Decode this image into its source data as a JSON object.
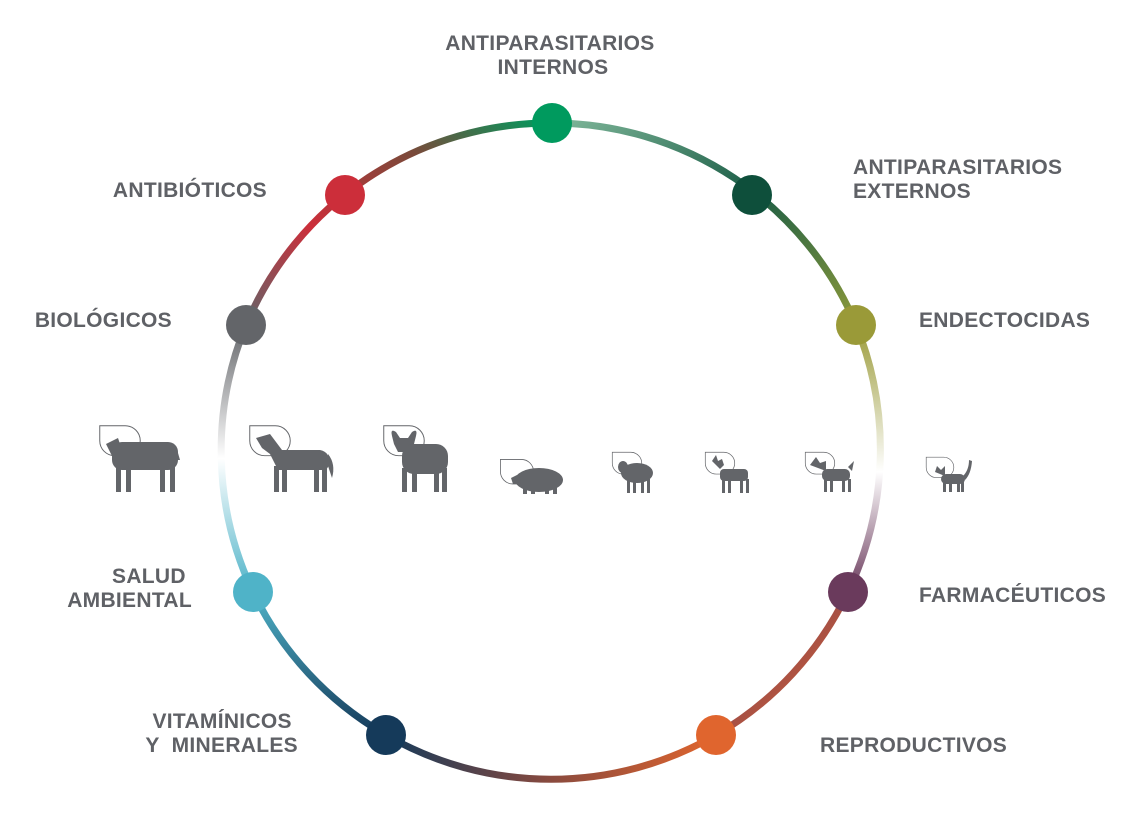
{
  "categories": [
    {
      "id": "antiparasitarios-internos",
      "lines": [
        "ANTIPARASITARIOS",
        "INTERNOS"
      ],
      "color": "#009a5e"
    },
    {
      "id": "antiparasitarios-externos",
      "lines": [
        "ANTIPARASITARIOS",
        "EXTERNOS"
      ],
      "color": "#0e4f3b"
    },
    {
      "id": "endectocidas",
      "lines": [
        "ENDECTOCIDAS"
      ],
      "color": "#9a9a38"
    },
    {
      "id": "farmaceuticos",
      "lines": [
        "FARMACÉUTICOS"
      ],
      "color": "#6a3a5c"
    },
    {
      "id": "reproductivos",
      "lines": [
        "REPRODUCTIVOS"
      ],
      "color": "#e0652e"
    },
    {
      "id": "vitaminicos-y-minerales",
      "lines": [
        "VITAMÍNICOS",
        "Y  MINERALES"
      ],
      "color": "#153a5a"
    },
    {
      "id": "salud-ambiental",
      "lines": [
        "SALUD",
        "AMBIENTAL"
      ],
      "color": "#4fb3c8"
    },
    {
      "id": "biologicos",
      "lines": [
        "BIOLÓGICOS"
      ],
      "color": "#636569"
    },
    {
      "id": "antibioticos",
      "lines": [
        "ANTIBIÓTICOS"
      ],
      "color": "#cc2e3a"
    }
  ],
  "animals": [
    {
      "id": "cow",
      "icon": "cow-icon"
    },
    {
      "id": "horse",
      "icon": "horse-icon"
    },
    {
      "id": "bull",
      "icon": "bull-icon"
    },
    {
      "id": "pig",
      "icon": "pig-icon"
    },
    {
      "id": "sheep",
      "icon": "sheep-icon"
    },
    {
      "id": "goat",
      "icon": "goat-icon"
    },
    {
      "id": "dog",
      "icon": "dog-icon"
    },
    {
      "id": "cat",
      "icon": "cat-icon"
    }
  ]
}
